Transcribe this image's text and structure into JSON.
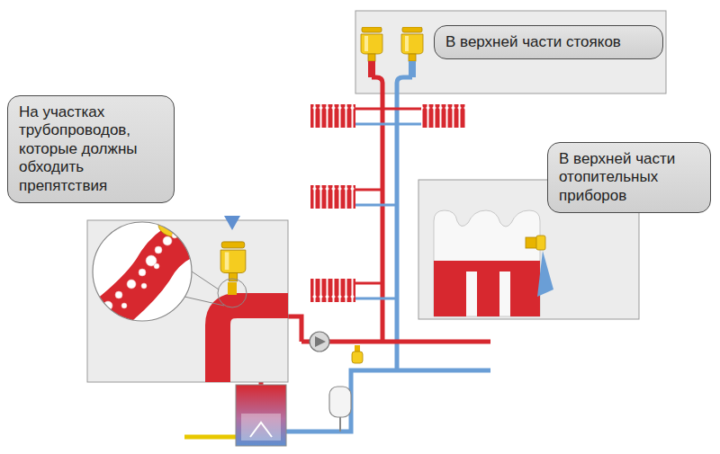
{
  "diagram": {
    "nodes": [
      {
        "text": [
          "В верхней части стояков"
        ]
      },
      {
        "text": [
          "На участках трубопроводов, которые должны обходить препятствия"
        ]
      },
      {
        "text": [
          "В верхней части отопительных приборов"
        ]
      }
    ]
  }
}
